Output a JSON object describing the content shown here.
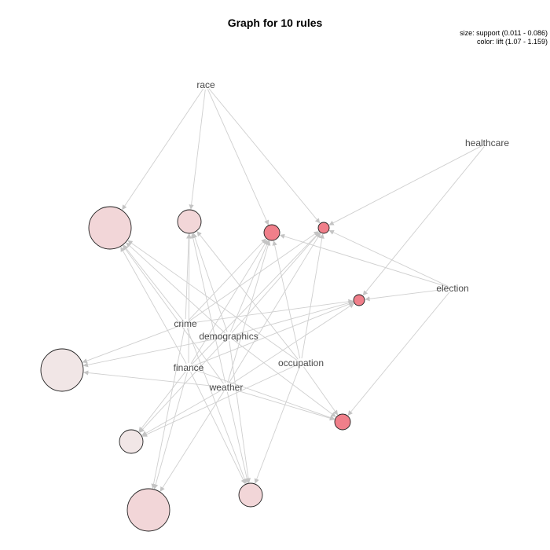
{
  "title": "Graph for 10 rules",
  "legend": {
    "size_line": "size: support (0.011 - 0.086)",
    "color_line": "color: lift (1.07 - 1.159)"
  },
  "items": [
    {
      "id": "race",
      "label": "race"
    },
    {
      "id": "healthcare",
      "label": "healthcare"
    },
    {
      "id": "election",
      "label": "election"
    },
    {
      "id": "crime",
      "label": "crime"
    },
    {
      "id": "demographics",
      "label": "demographics"
    },
    {
      "id": "finance",
      "label": "finance"
    },
    {
      "id": "occupation",
      "label": "occupation"
    },
    {
      "id": "weather",
      "label": "weather"
    }
  ],
  "rules": [
    {
      "id": "r1",
      "support": 0.086,
      "lift": 1.09,
      "color": "#f2d6d8"
    },
    {
      "id": "r2",
      "support": 0.024,
      "lift": 1.095,
      "color": "#f2d6d8"
    },
    {
      "id": "r3",
      "support": 0.011,
      "lift": 1.159,
      "color": "#f07f8a"
    },
    {
      "id": "r4",
      "support": 0.006,
      "lift": 1.159,
      "color": "#f07f8a"
    },
    {
      "id": "r5",
      "support": 0.006,
      "lift": 1.159,
      "color": "#f07f8a"
    },
    {
      "id": "r6",
      "support": 0.083,
      "lift": 1.07,
      "color": "#f1e6e6"
    },
    {
      "id": "r7",
      "support": 0.02,
      "lift": 1.07,
      "color": "#f1e6e6"
    },
    {
      "id": "r8",
      "support": 0.086,
      "lift": 1.09,
      "color": "#f2d6d8"
    },
    {
      "id": "r9",
      "support": 0.021,
      "lift": 1.095,
      "color": "#f2d6d8"
    },
    {
      "id": "r10",
      "support": 0.011,
      "lift": 1.159,
      "color": "#f07f8a"
    }
  ],
  "edges": [
    [
      "race",
      "r1"
    ],
    [
      "race",
      "r2"
    ],
    [
      "race",
      "r3"
    ],
    [
      "race",
      "r4"
    ],
    [
      "healthcare",
      "r4"
    ],
    [
      "healthcare",
      "r5"
    ],
    [
      "election",
      "r3"
    ],
    [
      "election",
      "r4"
    ],
    [
      "election",
      "r5"
    ],
    [
      "election",
      "r10"
    ],
    [
      "crime",
      "r1"
    ],
    [
      "crime",
      "r2"
    ],
    [
      "crime",
      "r3"
    ],
    [
      "crime",
      "r4"
    ],
    [
      "crime",
      "r5"
    ],
    [
      "crime",
      "r6"
    ],
    [
      "crime",
      "r8"
    ],
    [
      "crime",
      "r9"
    ],
    [
      "demographics",
      "r1"
    ],
    [
      "demographics",
      "r2"
    ],
    [
      "demographics",
      "r3"
    ],
    [
      "demographics",
      "r4"
    ],
    [
      "demographics",
      "r5"
    ],
    [
      "demographics",
      "r6"
    ],
    [
      "demographics",
      "r7"
    ],
    [
      "demographics",
      "r9"
    ],
    [
      "demographics",
      "r10"
    ],
    [
      "finance",
      "r1"
    ],
    [
      "finance",
      "r2"
    ],
    [
      "finance",
      "r3"
    ],
    [
      "finance",
      "r4"
    ],
    [
      "finance",
      "r5"
    ],
    [
      "finance",
      "r7"
    ],
    [
      "finance",
      "r8"
    ],
    [
      "finance",
      "r9"
    ],
    [
      "finance",
      "r10"
    ],
    [
      "occupation",
      "r1"
    ],
    [
      "occupation",
      "r2"
    ],
    [
      "occupation",
      "r3"
    ],
    [
      "occupation",
      "r4"
    ],
    [
      "occupation",
      "r7"
    ],
    [
      "occupation",
      "r9"
    ],
    [
      "occupation",
      "r10"
    ],
    [
      "weather",
      "r1"
    ],
    [
      "weather",
      "r2"
    ],
    [
      "weather",
      "r3"
    ],
    [
      "weather",
      "r4"
    ],
    [
      "weather",
      "r5"
    ],
    [
      "weather",
      "r6"
    ],
    [
      "weather",
      "r7"
    ],
    [
      "weather",
      "r8"
    ],
    [
      "weather",
      "r9"
    ],
    [
      "weather",
      "r10"
    ]
  ]
}
